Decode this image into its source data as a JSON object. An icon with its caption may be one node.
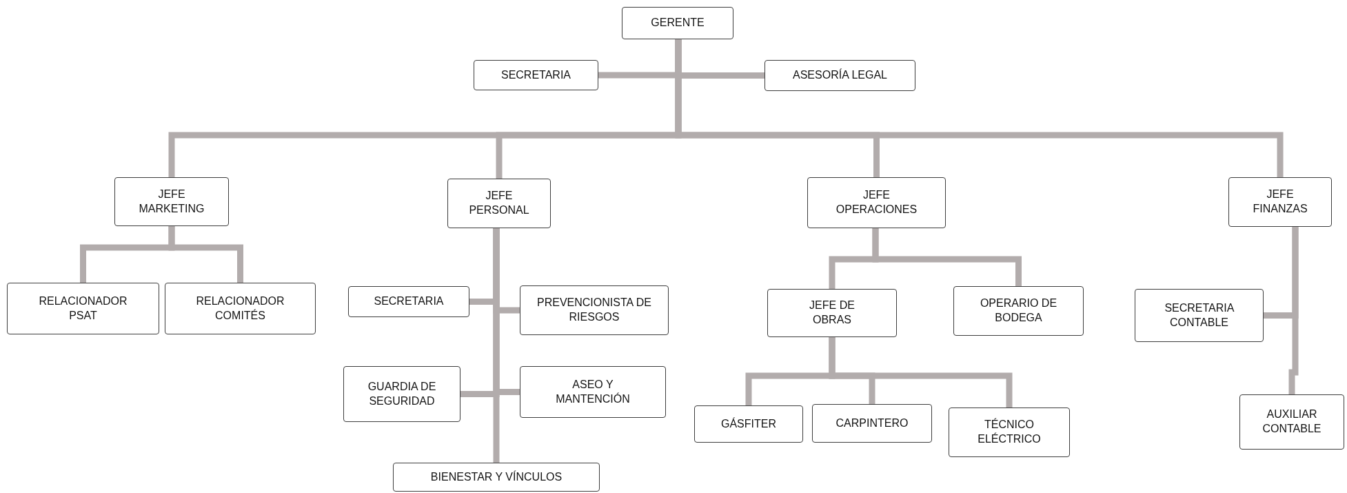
{
  "diagram": {
    "nodes": [
      {
        "text": [
          "GERENTE"
        ]
      },
      {
        "text": [
          "SECRETARIA"
        ]
      },
      {
        "text": [
          "ASESORÍA LEGAL"
        ]
      },
      {
        "text": [
          "JEFE MARKETING"
        ]
      },
      {
        "text": [
          "JEFE PERSONAL"
        ]
      },
      {
        "text": [
          "JEFE OPERACIONES"
        ]
      },
      {
        "text": [
          "JEFE FINANZAS"
        ]
      },
      {
        "text": [
          "RELACIONADOR PSAT"
        ]
      },
      {
        "text": [
          "RELACIONADOR COMITÉS"
        ]
      },
      {
        "text": [
          "SECRETARIA"
        ]
      },
      {
        "text": [
          "PREVENCIONISTA DE RIESGOS"
        ]
      },
      {
        "text": [
          "GUARDIA DE SEGURIDAD"
        ]
      },
      {
        "text": [
          "ASEO Y MANTENCIÓN"
        ]
      },
      {
        "text": [
          "BIENESTAR Y VÍNCULOS"
        ]
      },
      {
        "text": [
          "JEFE DE OBRAS"
        ]
      },
      {
        "text": [
          "OPERARIO DE BODEGA"
        ]
      },
      {
        "text": [
          "GÁSFITER"
        ]
      },
      {
        "text": [
          "CARPINTERO"
        ]
      },
      {
        "text": [
          "TÉCNICO ELÉCTRICO"
        ]
      },
      {
        "text": [
          "SECRETARIA CONTABLE"
        ]
      },
      {
        "text": [
          "AUXILIAR CONTABLE"
        ]
      }
    ],
    "edges": [
      {
        "from": 0,
        "to": 1,
        "arrow": "none"
      },
      {
        "from": 0,
        "to": 2,
        "arrow": "none"
      },
      {
        "from": 0,
        "to": 3,
        "arrow": "none"
      },
      {
        "from": 0,
        "to": 4,
        "arrow": "none"
      },
      {
        "from": 0,
        "to": 5,
        "arrow": "none"
      },
      {
        "from": 0,
        "to": 6,
        "arrow": "none"
      },
      {
        "from": 3,
        "to": 7,
        "arrow": "none"
      },
      {
        "from": 3,
        "to": 8,
        "arrow": "none"
      },
      {
        "from": 4,
        "to": 9,
        "arrow": "none"
      },
      {
        "from": 4,
        "to": 10,
        "arrow": "none"
      },
      {
        "from": 4,
        "to": 11,
        "arrow": "none"
      },
      {
        "from": 4,
        "to": 12,
        "arrow": "none"
      },
      {
        "from": 4,
        "to": 13,
        "arrow": "none"
      },
      {
        "from": 5,
        "to": 14,
        "arrow": "none"
      },
      {
        "from": 5,
        "to": 15,
        "arrow": "none"
      },
      {
        "from": 14,
        "to": 16,
        "arrow": "none"
      },
      {
        "from": 14,
        "to": 17,
        "arrow": "none"
      },
      {
        "from": 14,
        "to": 18,
        "arrow": "none"
      },
      {
        "from": 6,
        "to": 19,
        "arrow": "none"
      },
      {
        "from": 6,
        "to": 20,
        "arrow": "none"
      }
    ]
  }
}
